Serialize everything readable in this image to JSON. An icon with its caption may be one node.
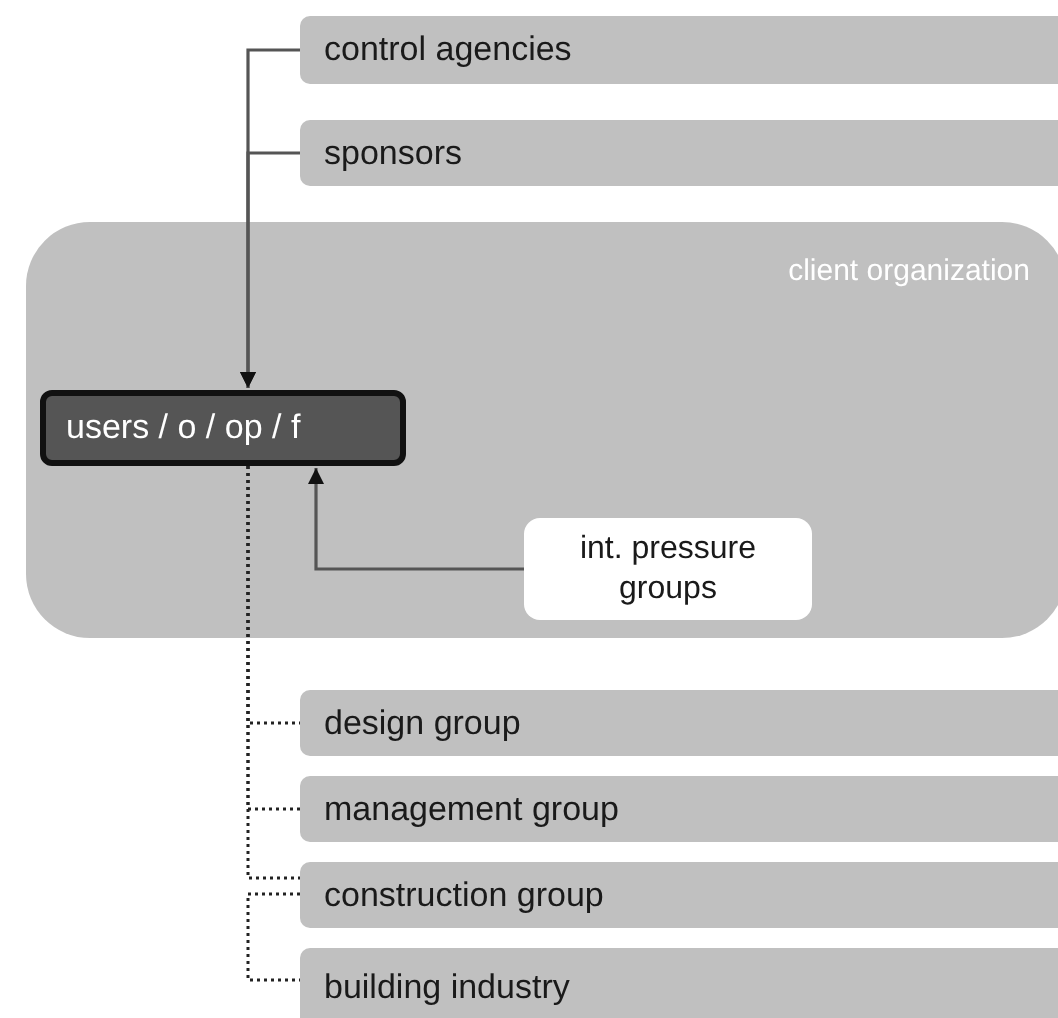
{
  "diagram": {
    "nodes": [
      {
        "text": [
          "control agencies"
        ]
      },
      {
        "text": [
          "sponsors"
        ]
      },
      {
        "text": [
          "client organization"
        ]
      },
      {
        "text": [
          "users / o / op / f"
        ],
        "in": 2
      },
      {
        "text": [
          "int. pressure groups"
        ],
        "in": 2
      },
      {
        "text": [
          "design group"
        ]
      },
      {
        "text": [
          "management group"
        ]
      },
      {
        "text": [
          "construction group"
        ]
      },
      {
        "text": [
          "building industry"
        ]
      }
    ],
    "edges": [
      {
        "from": 0,
        "to": 3,
        "arrow": "to"
      },
      {
        "from": 1,
        "to": 3,
        "arrow": "to"
      },
      {
        "from": 4,
        "to": 3,
        "arrow": "to"
      },
      {
        "from": 3,
        "to": 5,
        "arrow": "none",
        "style": "dashed"
      },
      {
        "from": 3,
        "to": 6,
        "arrow": "none",
        "style": "dashed"
      },
      {
        "from": 3,
        "to": 7,
        "arrow": "none",
        "style": "dashed"
      },
      {
        "from": 7,
        "to": 8,
        "arrow": "none",
        "style": "dashed"
      }
    ]
  }
}
